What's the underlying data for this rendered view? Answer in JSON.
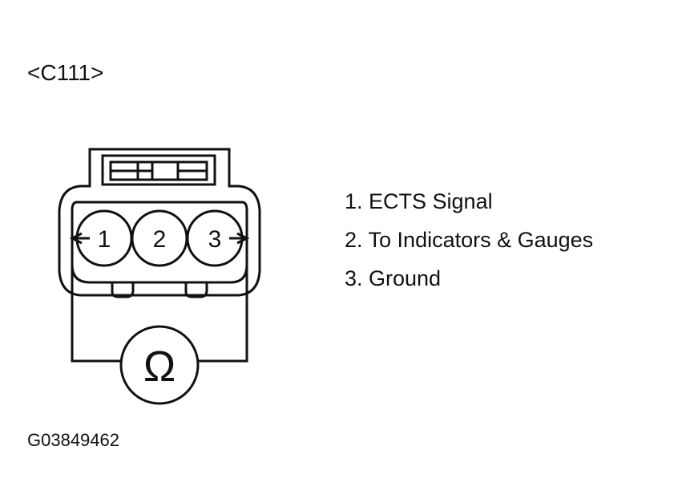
{
  "connector_id": "<C111>",
  "pins": [
    {
      "number": "1"
    },
    {
      "number": "2"
    },
    {
      "number": "3"
    }
  ],
  "legend": [
    {
      "text": "1. ECTS Signal"
    },
    {
      "text": "2. To Indicators & Gauges"
    },
    {
      "text": "3. Ground"
    }
  ],
  "meter_symbol": "Ω",
  "meter_icon": "ohmmeter-icon",
  "figure_code": "G03849462"
}
